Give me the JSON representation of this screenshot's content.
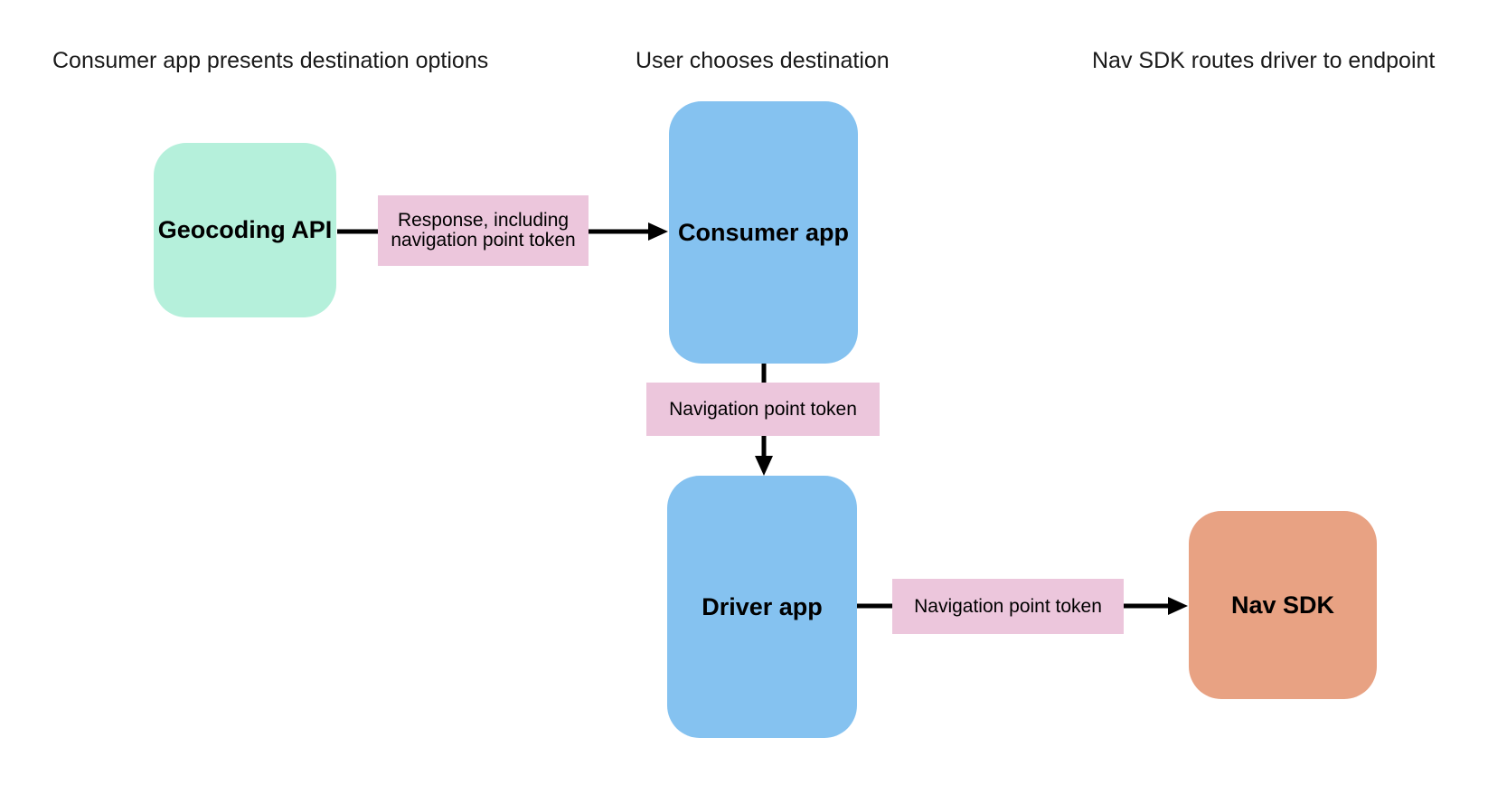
{
  "canvas": {
    "background": "#ffffff"
  },
  "headers": [
    {
      "label": "Consumer app presents destination options"
    },
    {
      "label": "User chooses destination"
    },
    {
      "label": "Nav SDK routes driver to endpoint"
    }
  ],
  "nodes": [
    {
      "id": "geocoding-api",
      "label": "Geocoding API",
      "fill": "#b5f0db"
    },
    {
      "id": "consumer-app",
      "label": "Consumer app",
      "fill": "#85c2f0"
    },
    {
      "id": "driver-app",
      "label": "Driver app",
      "fill": "#85c2f0"
    },
    {
      "id": "nav-sdk",
      "label": "Nav SDK",
      "fill": "#e8a283"
    }
  ],
  "edges": [
    {
      "from": "geocoding-api",
      "to": "consumer-app",
      "label": "Response, including navigation point token",
      "label_fill": "#ecc6dc"
    },
    {
      "from": "consumer-app",
      "to": "driver-app",
      "label": "Navigation point token",
      "label_fill": "#ecc6dc"
    },
    {
      "from": "driver-app",
      "to": "nav-sdk",
      "label": "Navigation point token",
      "label_fill": "#ecc6dc"
    }
  ],
  "colors": {
    "arrow": "#000000",
    "node_text": "#000000",
    "heading_text": "#1a1a1a"
  }
}
